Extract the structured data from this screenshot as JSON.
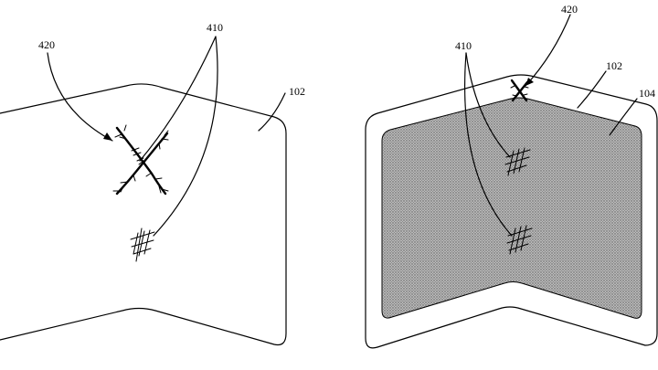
{
  "labels": {
    "left_410": "410",
    "left_420": "420",
    "left_102": "102",
    "right_420": "420",
    "right_410": "410",
    "right_102": "102",
    "right_104": "104"
  },
  "colors": {
    "stroke": "#000000",
    "background": "#ffffff",
    "stipple": "#9a9a9a",
    "stipple_dot": "#5a5a5a"
  }
}
